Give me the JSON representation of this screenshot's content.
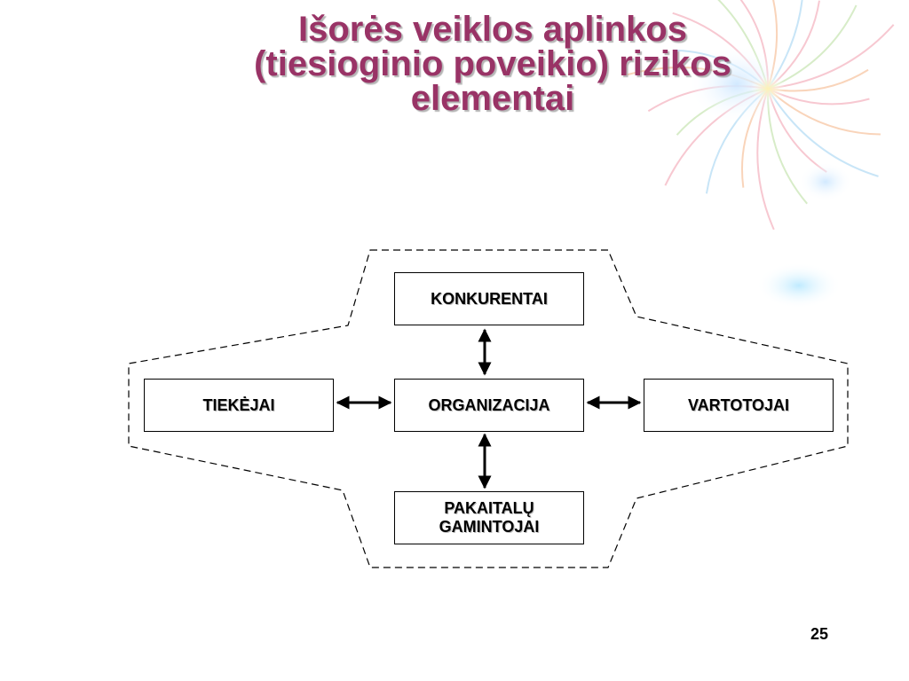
{
  "slide": {
    "title_lines": [
      "Išorės veiklos aplinkos",
      "(tiesioginio poveikio) rizikos",
      "elementai"
    ],
    "title_color": "#993366",
    "page_number": "25"
  },
  "diagram": {
    "nodes": {
      "top": {
        "lines": [
          "KONKURENTAI"
        ]
      },
      "left": {
        "lines": [
          "TIEKĖJAI"
        ]
      },
      "center": {
        "lines": [
          "ORGANIZACIJA"
        ]
      },
      "right": {
        "lines": [
          "VARTOTOJAI"
        ]
      },
      "bottom": {
        "lines": [
          "PAKAITALŲ",
          "GAMINTOJAI"
        ]
      }
    },
    "edges": [
      {
        "from": "center",
        "to": "top",
        "type": "bidirectional"
      },
      {
        "from": "center",
        "to": "left",
        "type": "bidirectional"
      },
      {
        "from": "center",
        "to": "right",
        "type": "bidirectional"
      },
      {
        "from": "center",
        "to": "bottom",
        "type": "bidirectional"
      }
    ],
    "boundary_style": "dashed"
  }
}
